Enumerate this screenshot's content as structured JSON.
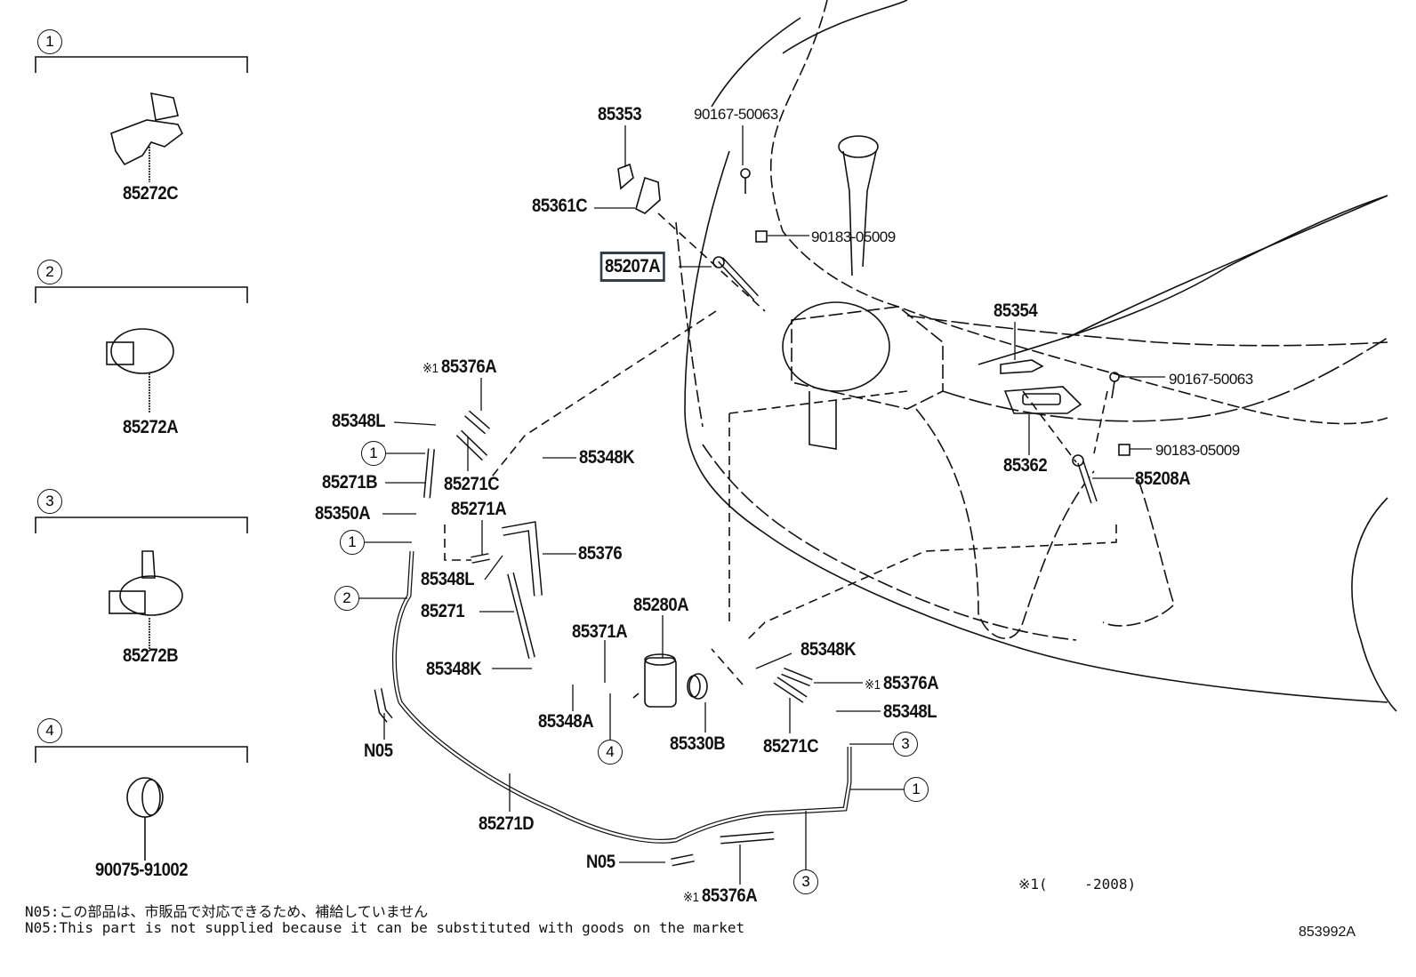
{
  "legend_groups": [
    {
      "number": "1",
      "part": "85272C"
    },
    {
      "number": "2",
      "part": "85272A"
    },
    {
      "number": "3",
      "part": "85272B"
    },
    {
      "number": "4",
      "part": "90075-91002"
    }
  ],
  "callouts": {
    "p85353": "85353",
    "p90167_top": "90167-50063",
    "p85361C": "85361C",
    "p90183_top": "90183-05009",
    "p85207A": "85207A",
    "p85354": "85354",
    "p90167_right": "90167-50063",
    "p90183_right": "90183-05009",
    "p85362": "85362",
    "p85208A": "85208A",
    "p85376A_top": "85376A",
    "p85348L_top": "85348L",
    "p85348K_top": "85348K",
    "p85271B": "85271B",
    "p85271C_top": "85271C",
    "p85350A": "85350A",
    "p85271A": "85271A",
    "p85376": "85376",
    "p85348L_mid": "85348L",
    "p85271": "85271",
    "p85280A": "85280A",
    "p85371A": "85371A",
    "p85348K_mid": "85348K",
    "p85348A": "85348A",
    "p85330B": "85330B",
    "pN05_left": "N05",
    "p85348K_right": "85348K",
    "p85376A_right": "85376A",
    "p85348L_right": "85348L",
    "p85271C_right": "85271C",
    "p85271D": "85271D",
    "pN05_bottom": "N05",
    "p85376A_bottom": "85376A"
  },
  "circle_refs": {
    "c1_a": "1",
    "c1_b": "1",
    "c2": "2",
    "c4": "4",
    "c3_a": "3",
    "c1_c": "1",
    "c3_b": "3"
  },
  "footnote_mark": "※1",
  "highlighted_part": "85207A",
  "notes": {
    "n05_jp": "N05:この部品は、市販品で対応できるため、補給していません",
    "n05_en": "N05:This part is not supplied because it can be substituted with goods on the market",
    "footnote": "※1(　　 -2008)",
    "diagram_id": "853992A"
  },
  "colors": {
    "highlight_border": "#2e3f4f",
    "line": "#111111"
  }
}
